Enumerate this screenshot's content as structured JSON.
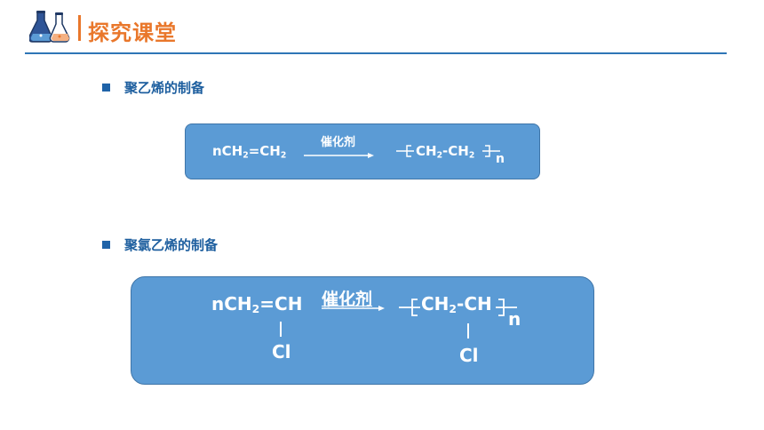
{
  "header": {
    "title": "探究课堂",
    "logo_icon": "chemistry-flasks-icon",
    "accent_color": "#e9772b",
    "rule_color": "#2e75b6"
  },
  "section1": {
    "heading": "聚乙烯的制备",
    "equation": {
      "monomer_prefix": "nCH",
      "monomer_sub": "2",
      "monomer_mid": "=CH",
      "monomer_sub2": "2",
      "catalyst": "催化剂",
      "poly_a": "CH",
      "poly_a_sub": "2",
      "poly_mid": "-CH",
      "poly_b_sub": "2",
      "degree": "n"
    }
  },
  "section2": {
    "heading": "聚氯乙烯的制备",
    "equation": {
      "monomer_prefix": "nCH",
      "monomer_sub": "2",
      "monomer_mid": "=CH",
      "catalyst": "催化剂",
      "poly_a": "CH",
      "poly_a_sub": "2",
      "poly_mid": "-CH",
      "degree": "n",
      "substituent_1": "Cl",
      "substituent_2": "Cl"
    }
  },
  "colors": {
    "box_fill": "#5b9bd5",
    "bullet": "#1f63a8"
  }
}
